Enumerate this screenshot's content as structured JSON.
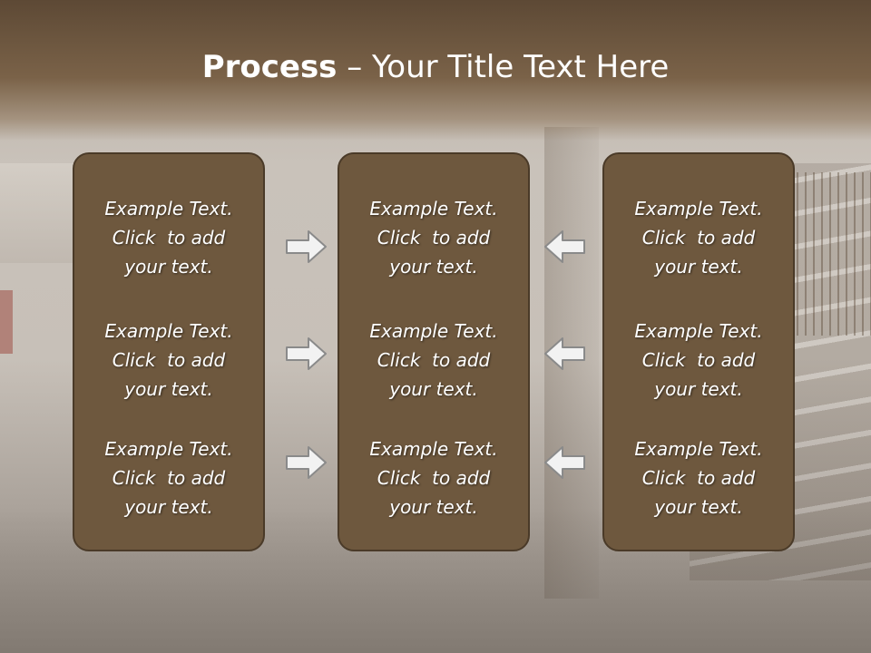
{
  "slide": {
    "title_bold": "Process",
    "title_rest": " – Your Title Text Here"
  },
  "columns": [
    {
      "blocks": [
        {
          "l1": "Example Text.",
          "l2": "Click  to add",
          "l3": "your text."
        },
        {
          "l1": "Example Text.",
          "l2": "Click  to add",
          "l3": "your text."
        },
        {
          "l1": "Example Text.",
          "l2": "Click  to add",
          "l3": "your text."
        }
      ]
    },
    {
      "blocks": [
        {
          "l1": "Example Text.",
          "l2": "Click  to add",
          "l3": "your text."
        },
        {
          "l1": "Example Text.",
          "l2": "Click  to add",
          "l3": "your text."
        },
        {
          "l1": "Example Text.",
          "l2": "Click  to add",
          "l3": "your text."
        }
      ]
    },
    {
      "blocks": [
        {
          "l1": "Example Text.",
          "l2": "Click  to add",
          "l3": "your text."
        },
        {
          "l1": "Example Text.",
          "l2": "Click  to add",
          "l3": "your text."
        },
        {
          "l1": "Example Text.",
          "l2": "Click  to add",
          "l3": "your text."
        }
      ]
    }
  ],
  "icons": {
    "left_arrows": "right-arrow-icon",
    "right_arrows": "left-arrow-icon"
  },
  "colors": {
    "card_fill": "#6e583e",
    "card_border": "#4a3a28",
    "title_bar": "#6b5540",
    "arrow_fill": "#f2f2f2",
    "arrow_stroke": "#8a8a8a"
  }
}
